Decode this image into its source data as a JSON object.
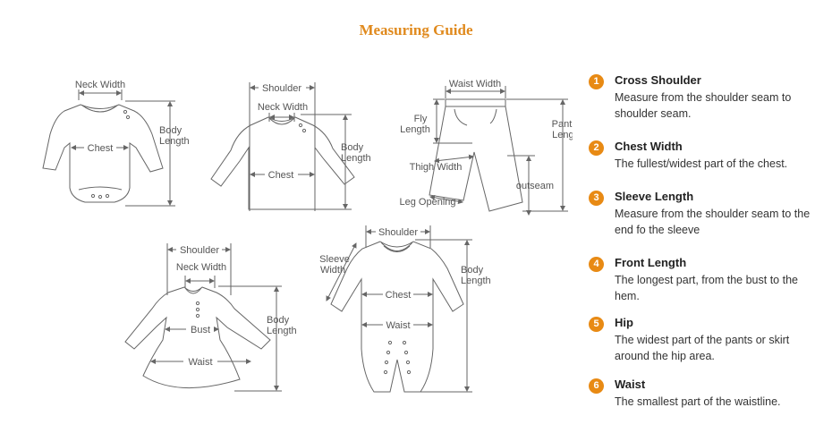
{
  "title": "Measuring Guide",
  "diagram_labels": {
    "bodysuit": {
      "neck_width": "Neck Width",
      "chest": "Chest",
      "body_length_1": "Body",
      "body_length_2": "Length"
    },
    "shirt": {
      "shoulder": "Shoulder",
      "neck_width": "Neck Width",
      "chest": "Chest",
      "body_length_1": "Body",
      "body_length_2": "Length"
    },
    "pants": {
      "waist_width": "Waist Width",
      "fly_length_1": "Fly",
      "fly_length_2": "Length",
      "pant_length_1": "Pant",
      "pant_length_2": "Length",
      "thigh_width": "Thigh Width",
      "outseam": "outseam",
      "leg_opening": "Leg Opening"
    },
    "dress": {
      "shoulder": "Shoulder",
      "neck_width": "Neck Width",
      "bust": "Bust",
      "waist": "Waist",
      "body_length_1": "Body",
      "body_length_2": "Length"
    },
    "romper": {
      "shoulder": "Shoulder",
      "sleeve_width_1": "Sleeve",
      "sleeve_width_2": "Width",
      "chest": "Chest",
      "waist": "Waist",
      "body_length_1": "Body",
      "body_length_2": "Length"
    }
  },
  "guide": [
    {
      "num": "1",
      "title": "Cross Shoulder",
      "desc": "Measure from the shoulder seam to shoulder seam."
    },
    {
      "num": "2",
      "title": "Chest Width",
      "desc": "The fullest/widest part of the chest."
    },
    {
      "num": "3",
      "title": "Sleeve Length",
      "desc": "Measure from the shoulder seam to the end fo the sleeve"
    },
    {
      "num": "4",
      "title": "Front Length",
      "desc": "The longest part, from the bust to the hem."
    },
    {
      "num": "5",
      "title": "Hip",
      "desc": "The widest part of the pants or skirt around the hip area."
    },
    {
      "num": "6",
      "title": "Waist",
      "desc": "The smallest part of the waistline."
    }
  ],
  "colors": {
    "accent": "#e88a14",
    "title": "#e08a1e",
    "line": "#666666"
  }
}
